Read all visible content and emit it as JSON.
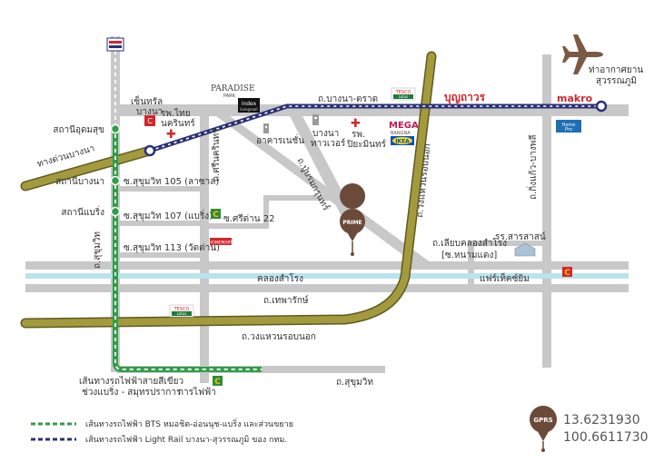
{
  "roads": {
    "bangna_trat": "ถ.บางนา-ตราด",
    "sukhumvit_vertical": "ถ.สุขุมวิท",
    "sukhumvit_bottom": "ถ.สุขุมวิท",
    "srinakarin": "ถ.ศรีนครินทร์",
    "ring_road": "ถ.วงแหวนรอบนอก",
    "ring_road_vertical": "ถ.วงแหวนรอบนอก",
    "thepharak": "ถ.เทพารักษ์",
    "king_kaew": "ถ.กิ่งแก้ว-บางพลี",
    "expressway": "ทางด่วนบางนา",
    "mueang_mai": "ถ.ปู่บรมกรุนทร์"
  },
  "canals": {
    "samrong": "คลองสำโรง"
  },
  "streets": {
    "soi105": "ซ.สุขุมวิท 105 (ลาซาล)",
    "soi107": "ซ.สุขุมวิท 107 (แบริ่ง)",
    "soi113": "ซ.สุขุมวิท 113 (วัดด่าน)",
    "srinakarin22": "ซ.ศรีด่าน 22",
    "liap_khlong_1": "ถ.เลียบคลองสำโรง",
    "liap_khlong_2": "[ซ.หนามแดง]"
  },
  "stations": {
    "udomsuk": "สถานีอุดมสุข",
    "bangna": "สถานีบางนา",
    "bearing": "สถานีแบริ่ง"
  },
  "landmarks": {
    "central_1": "เซ็นทรัล",
    "central_2": "บางนา",
    "thai_nakarin_1": "รพ.ไทย",
    "thai_nakarin_2": "นครินทร์",
    "paradise_1": "PARADISE",
    "paradise_2": "PARK",
    "index_1": "index",
    "index_2": "livingmall",
    "bitec": "อาคารเนชั่น",
    "bangna_tower_1": "บางนา",
    "bangna_tower_2": "ทาวเวอร์",
    "piyamin_1": "รพ.",
    "piyamin_2": "ปิยะมินทร์",
    "tesco_1": "TESCO",
    "tesco_2": "Lotus",
    "tesco_b1": "TESCO",
    "tesco_b2": "Lotus",
    "bunthavorn": "บุญถาวร",
    "mega_1": "MEGA",
    "mega_2": "BANGNA",
    "ikea": "IKEA",
    "makro": "makro",
    "homepro_1": "Home",
    "homepro_2": "Pro",
    "airport_1": "ท่าอากาศยาน",
    "airport_2": "สุวรรณภูมิ",
    "sarasas": "รร.สารสาสน์",
    "fresh_market": "แฟร์เท็คซ์ยิม",
    "pti_1": "การไฟฟ้า",
    "bts_extension_1": "เส้นทางรถไฟฟ้าสายสีเขียว",
    "bts_extension_2": "ช่วงแบริ่ง - สมุทรปราการ",
    "prime": "PRIME",
    "homemart": "HOMEMART"
  },
  "legend": {
    "green_line": "เส้นทางรถไฟฟ้า BTS หมอชิต-อ่อนนุช-แบริ่ง และส่วนขยาย",
    "blue_line": "เส้นทางรถไฟฟ้า Light Rail บางนา-สุวรรณภูมิ ของ กทม."
  },
  "gps": {
    "label": "GPRS",
    "lat": "13.6231930",
    "lon": "100.6611730"
  },
  "colors": {
    "road": "#c8c8c8",
    "highway": "#a39a3d",
    "highway_edge": "#5e5a23",
    "canal": "#b9e3ee",
    "bts": "#2f9e48",
    "light_rail": "#2b3175",
    "pin": "#6b4a3a",
    "hospital": "#d3262b",
    "airplane": "#7a5a44"
  }
}
